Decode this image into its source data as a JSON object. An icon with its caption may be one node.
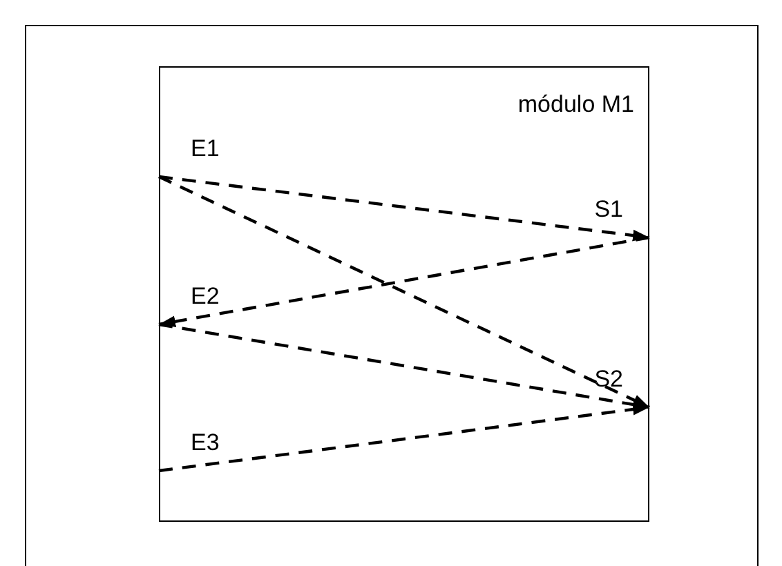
{
  "diagram": {
    "nodes": [
      {
        "text": [
          "módulo M1"
        ]
      },
      {
        "text": [
          "E1"
        ],
        "in": 0
      },
      {
        "text": [
          "E2"
        ],
        "in": 0
      },
      {
        "text": [
          "E3"
        ],
        "in": 0
      },
      {
        "text": [
          "S1"
        ],
        "in": 0
      },
      {
        "text": [
          "S2"
        ],
        "in": 0
      }
    ],
    "edges": [
      {
        "from": 1,
        "to": 4,
        "arrow": "to",
        "style": "dashed"
      },
      {
        "from": 1,
        "to": 5,
        "arrow": "to",
        "style": "dashed"
      },
      {
        "from": 4,
        "to": 2,
        "arrow": "to",
        "style": "dashed"
      },
      {
        "from": 2,
        "to": 5,
        "arrow": "to",
        "style": "dashed"
      },
      {
        "from": 3,
        "to": 5,
        "arrow": "to",
        "style": "dashed"
      }
    ]
  }
}
